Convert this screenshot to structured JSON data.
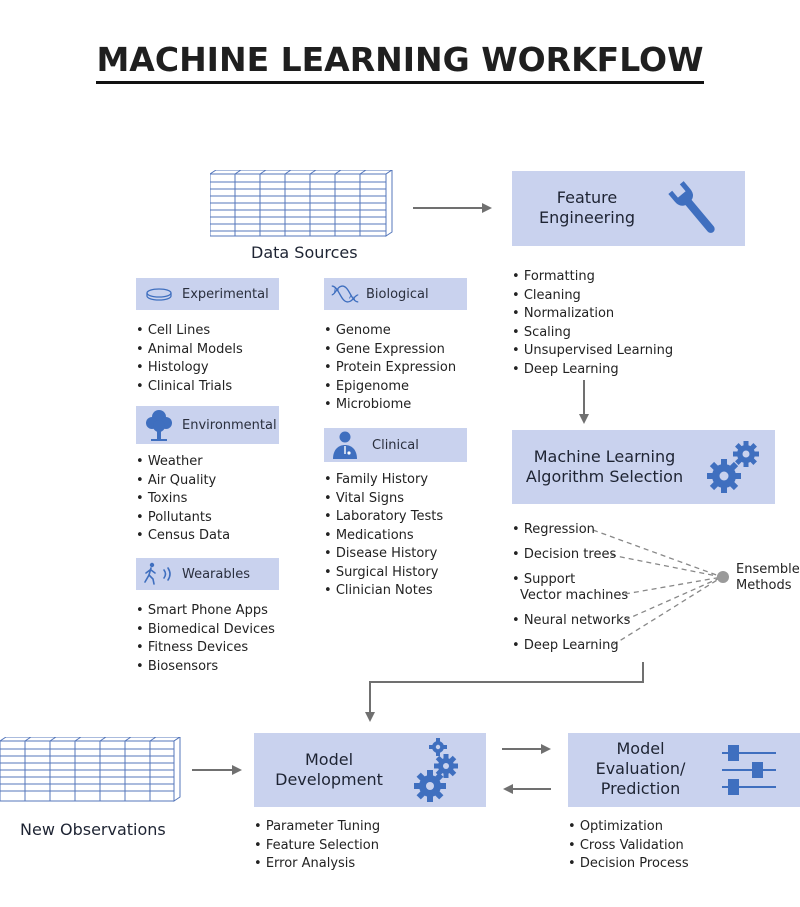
{
  "title": "MACHINE LEARNING WORKFLOW",
  "data_sources": {
    "label": "Data Sources",
    "categories": [
      {
        "name": "Experimental",
        "icon": "petri-dish-icon",
        "items": [
          "Cell Lines",
          "Animal Models",
          "Histology",
          "Clinical Trials"
        ]
      },
      {
        "name": "Environmental",
        "icon": "tree-icon",
        "items": [
          "Weather",
          "Air Quality",
          "Toxins",
          "Pollutants",
          "Census Data"
        ]
      },
      {
        "name": "Wearables",
        "icon": "walking-person-icon",
        "items": [
          "Smart Phone Apps",
          "Biomedical Devices",
          "Fitness Devices",
          "Biosensors"
        ]
      },
      {
        "name": "Biological",
        "icon": "dna-icon",
        "items": [
          "Genome",
          "Gene Expression",
          "Protein Expression",
          "Epigenome",
          "Microbiome"
        ]
      },
      {
        "name": "Clinical",
        "icon": "clinician-icon",
        "items": [
          "Family History",
          "Vital Signs",
          "Laboratory Tests",
          "Medications",
          "Disease History",
          "Surgical History",
          "Clinician Notes"
        ]
      }
    ]
  },
  "feature_engineering": {
    "label_line1": "Feature",
    "label_line2": "Engineering",
    "icon": "wrench-icon",
    "items": [
      "Formatting",
      "Cleaning",
      "Normalization",
      "Scaling",
      "Unsupervised Learning",
      "Deep Learning"
    ]
  },
  "algorithm_selection": {
    "label_line1": "Machine Learning",
    "label_line2": "Algorithm Selection",
    "icon": "gears-icon",
    "items": [
      "Regression",
      "Decision trees",
      "Support",
      "Vector machines",
      "Neural networks",
      "Deep Learning"
    ],
    "ensemble_line1": "Ensemble",
    "ensemble_line2": "Methods"
  },
  "model_development": {
    "label_line1": "Model",
    "label_line2": "Development",
    "icon": "gears-icon",
    "items": [
      "Parameter Tuning",
      "Feature Selection",
      "Error Analysis"
    ]
  },
  "model_evaluation": {
    "label_line1": "Model",
    "label_line2": "Evaluation/",
    "label_line3": "Prediction",
    "icon": "sliders-icon",
    "items": [
      "Optimization",
      "Cross Validation",
      "Decision Process"
    ]
  },
  "new_observations": {
    "label": "New Observations"
  },
  "colors": {
    "box_fill": "#c9d2ee",
    "icon_blue": "#3f6fbf",
    "arrow_gray": "#707070"
  }
}
